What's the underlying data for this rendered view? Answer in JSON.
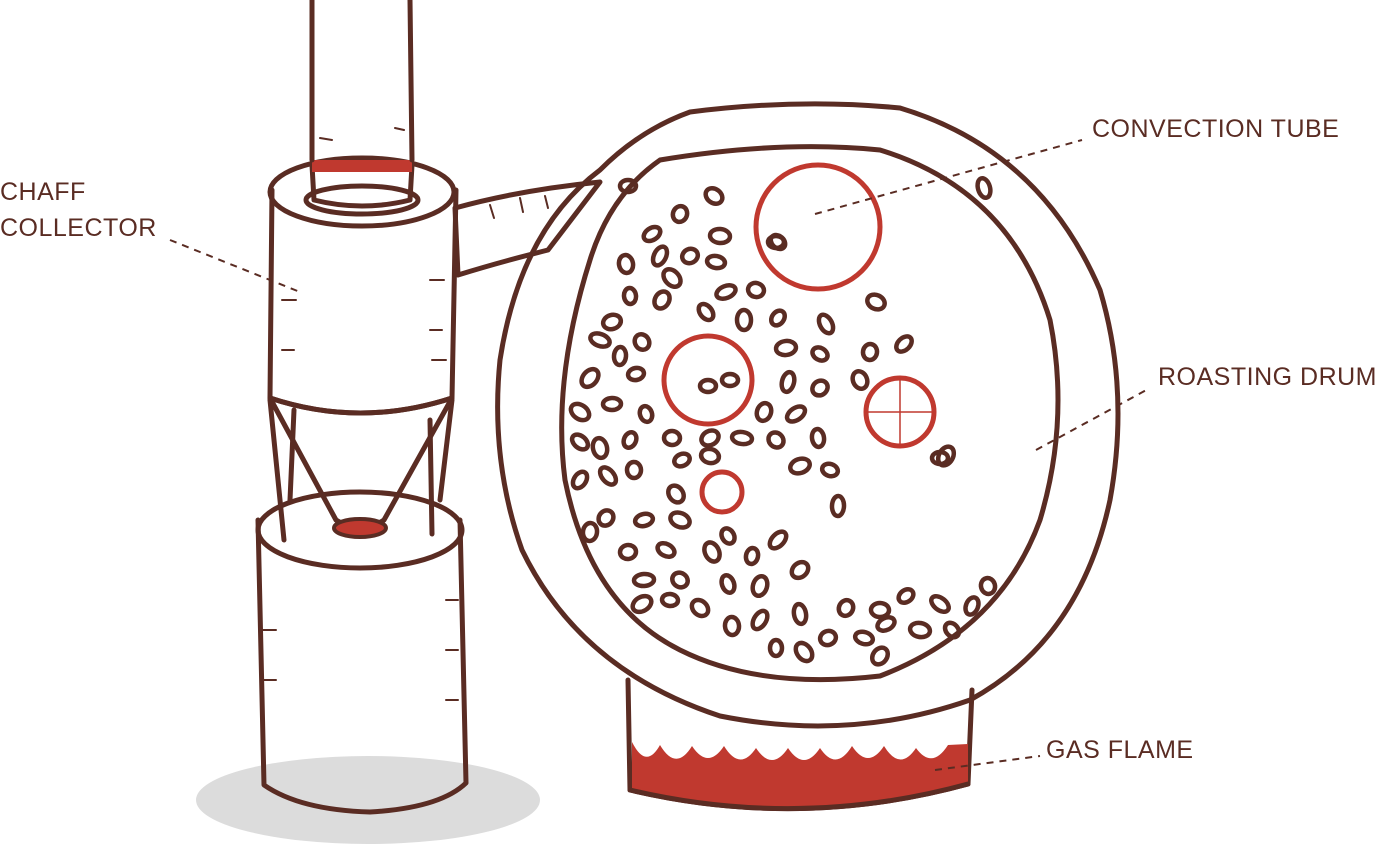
{
  "labels": {
    "chaff_line1": "CHAFF",
    "chaff_line2": "COLLECTOR",
    "convection_tube": "CONVECTION TUBE",
    "roasting_drum": "ROASTING DRUM",
    "gas_flame": "GAS FLAME"
  },
  "colors": {
    "ink": "#5a2c23",
    "accent_red": "#c0392f",
    "shadow": "#dcdcdc",
    "background": "#ffffff"
  },
  "icons": [
    "chaff-collector-illustration",
    "roasting-drum-illustration",
    "gas-flame-illustration",
    "coffee-bean-icon"
  ]
}
